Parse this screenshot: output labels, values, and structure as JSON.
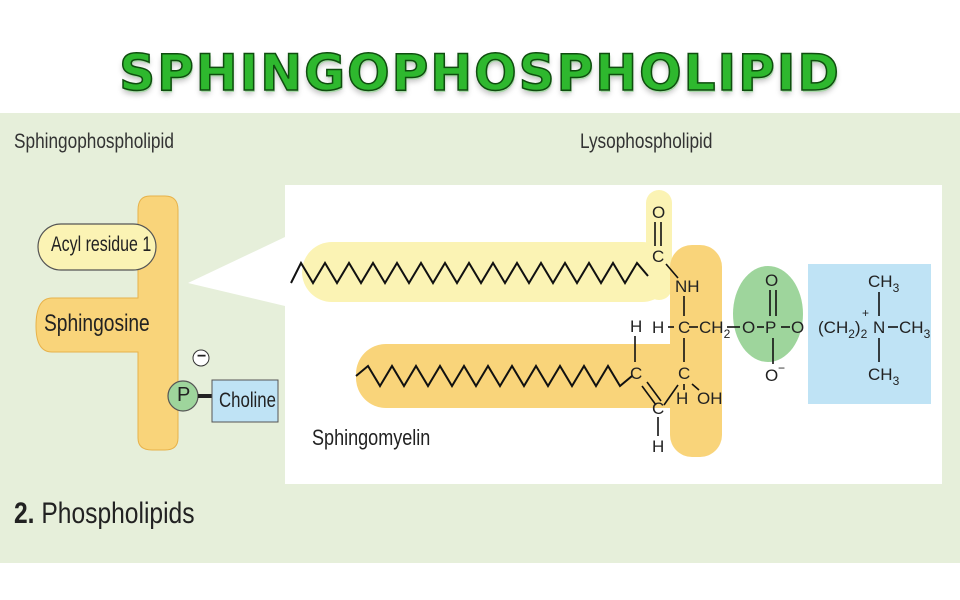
{
  "slide": {
    "title": "SPHINGOPHOSPHOLIPID",
    "section_heading_number": "2.",
    "section_heading_text": "Phospholipids"
  },
  "schematic": {
    "label": "Sphingophospholipid",
    "acyl_residue": "Acyl residue 1",
    "sphingosine": "Sphingosine",
    "phosphate": "P",
    "charge": "−",
    "choline": "Choline"
  },
  "structure": {
    "label": "Lysophospholipid",
    "molecule_name": "Sphingomyelin",
    "atoms": {
      "O": "O",
      "C": "C",
      "N": "N",
      "H": "H",
      "NH": "NH",
      "OH": "OH",
      "P": "P",
      "CH2": "CH",
      "CH3": "CH",
      "CH2_chain": "(CH",
      "chain_close": ")",
      "sub2": "2",
      "sub3": "3",
      "plus": "+",
      "minus": "−"
    }
  },
  "colors": {
    "title_green": "#2eb82e",
    "panel_bg": "#e6efda",
    "acyl_yellow": "#fbf3b4",
    "sphingosine_orange": "#f9d47a",
    "phosphate_green": "#9ed59c",
    "choline_blue": "#bfe3f5"
  }
}
